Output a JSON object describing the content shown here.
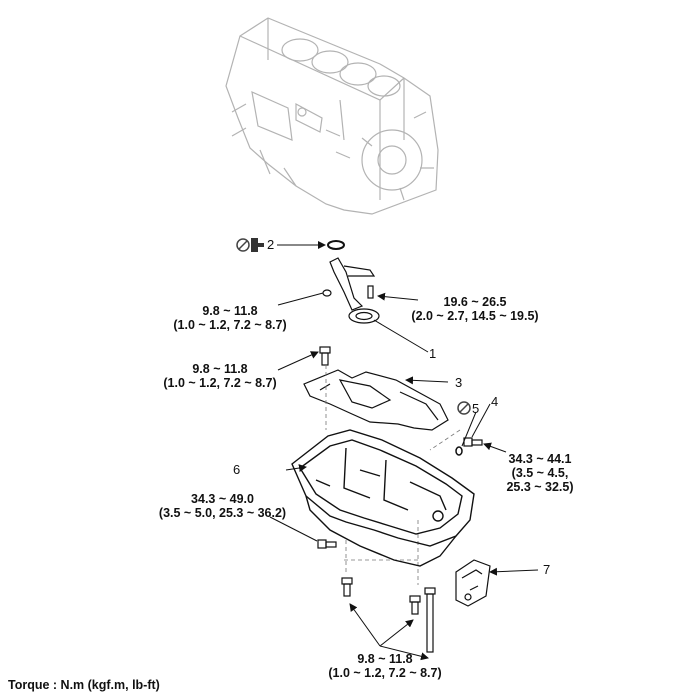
{
  "callouts": {
    "n1": "1",
    "n2": "2",
    "n3": "3",
    "n4": "4",
    "n5": "5",
    "n6": "6",
    "n7": "7"
  },
  "torque": {
    "t1": {
      "line1": "9.8 ~ 11.8",
      "line2": "(1.0 ~ 1.2, 7.2 ~ 8.7)"
    },
    "t2": {
      "line1": "19.6 ~ 26.5",
      "line2": "(2.0 ~ 2.7, 14.5 ~ 19.5)"
    },
    "t3": {
      "line1": "9.8 ~ 11.8",
      "line2": "(1.0 ~ 1.2, 7.2 ~ 8.7)"
    },
    "t4": {
      "line1": "34.3 ~ 44.1",
      "line2": "(3.5 ~ 4.5,",
      "line3": "25.3 ~ 32.5)"
    },
    "t5": {
      "line1": "34.3 ~ 49.0",
      "line2": "(3.5 ~ 5.0, 25.3 ~ 36.2)"
    },
    "t6": {
      "line1": "9.8 ~ 11.8",
      "line2": "(1.0 ~ 1.2, 7.2 ~ 8.7)"
    }
  },
  "footer": "Torque : N.m (kgf.m, lb-ft)",
  "icons": [
    "no-reuse-icon",
    "sealant-icon"
  ]
}
